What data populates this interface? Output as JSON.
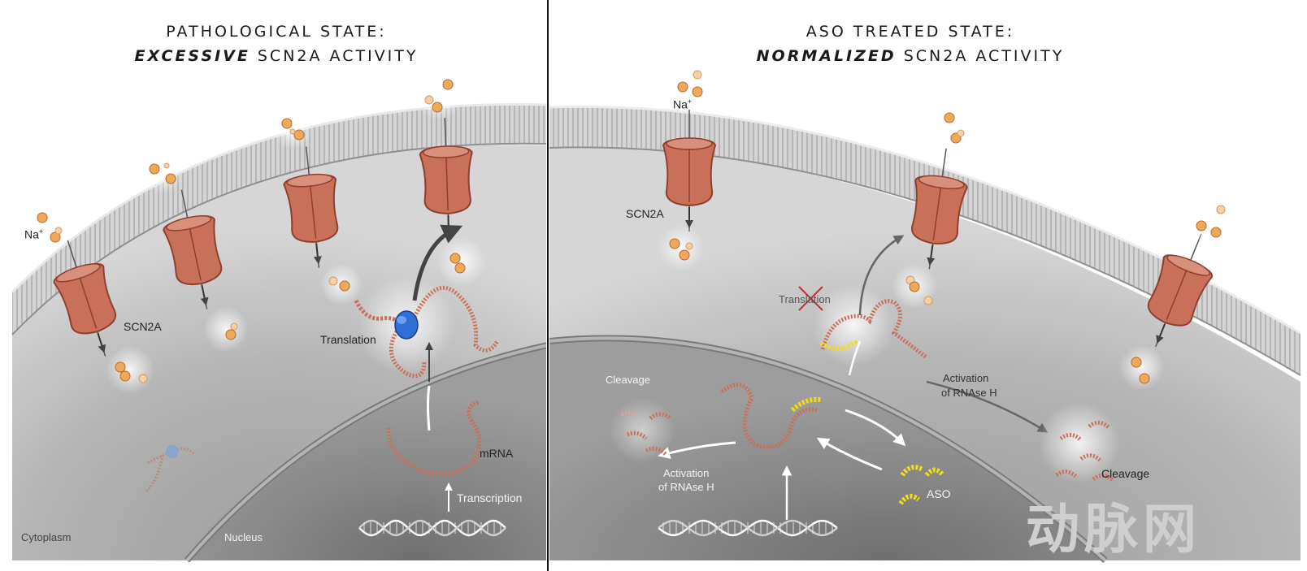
{
  "left_panel": {
    "title_line1": "PATHOLOGICAL STATE:",
    "title_emphasis": "EXCESSIVE",
    "title_rest": " SCN2A ACTIVITY",
    "labels": {
      "na": "Na",
      "na_sup": "+",
      "scn2a": "SCN2A",
      "translation": "Translation",
      "mrna": "mRNA",
      "transcription": "Transcription",
      "cytoplasm": "Cytoplasm",
      "nucleus": "Nucleus"
    }
  },
  "right_panel": {
    "title_line1": "ASO TREATED STATE:",
    "title_emphasis": "NORMALIZED",
    "title_rest": " SCN2A ACTIVITY",
    "labels": {
      "na": "Na",
      "na_sup": "+",
      "scn2a": "SCN2A",
      "translation_blocked": "Translation",
      "cleavage_left": "Cleavage",
      "activation_left_1": "Activation",
      "activation_left_2": "of RNAse H",
      "activation_right_1": "Activation",
      "activation_right_2": "of RNAse H",
      "cleavage_right": "Cleavage",
      "aso": "ASO"
    }
  },
  "watermark": "动脉网",
  "colors": {
    "channel": "#c8705a",
    "channel_dark": "#8e3f2e",
    "ion": "#f0a85a",
    "ribosome": "#2f6fd6",
    "aso": "#f2dc1a",
    "membrane": "#c9c9c9",
    "cytoplasm": "#b8b8b8",
    "nucleus": "#9a9a9a"
  }
}
